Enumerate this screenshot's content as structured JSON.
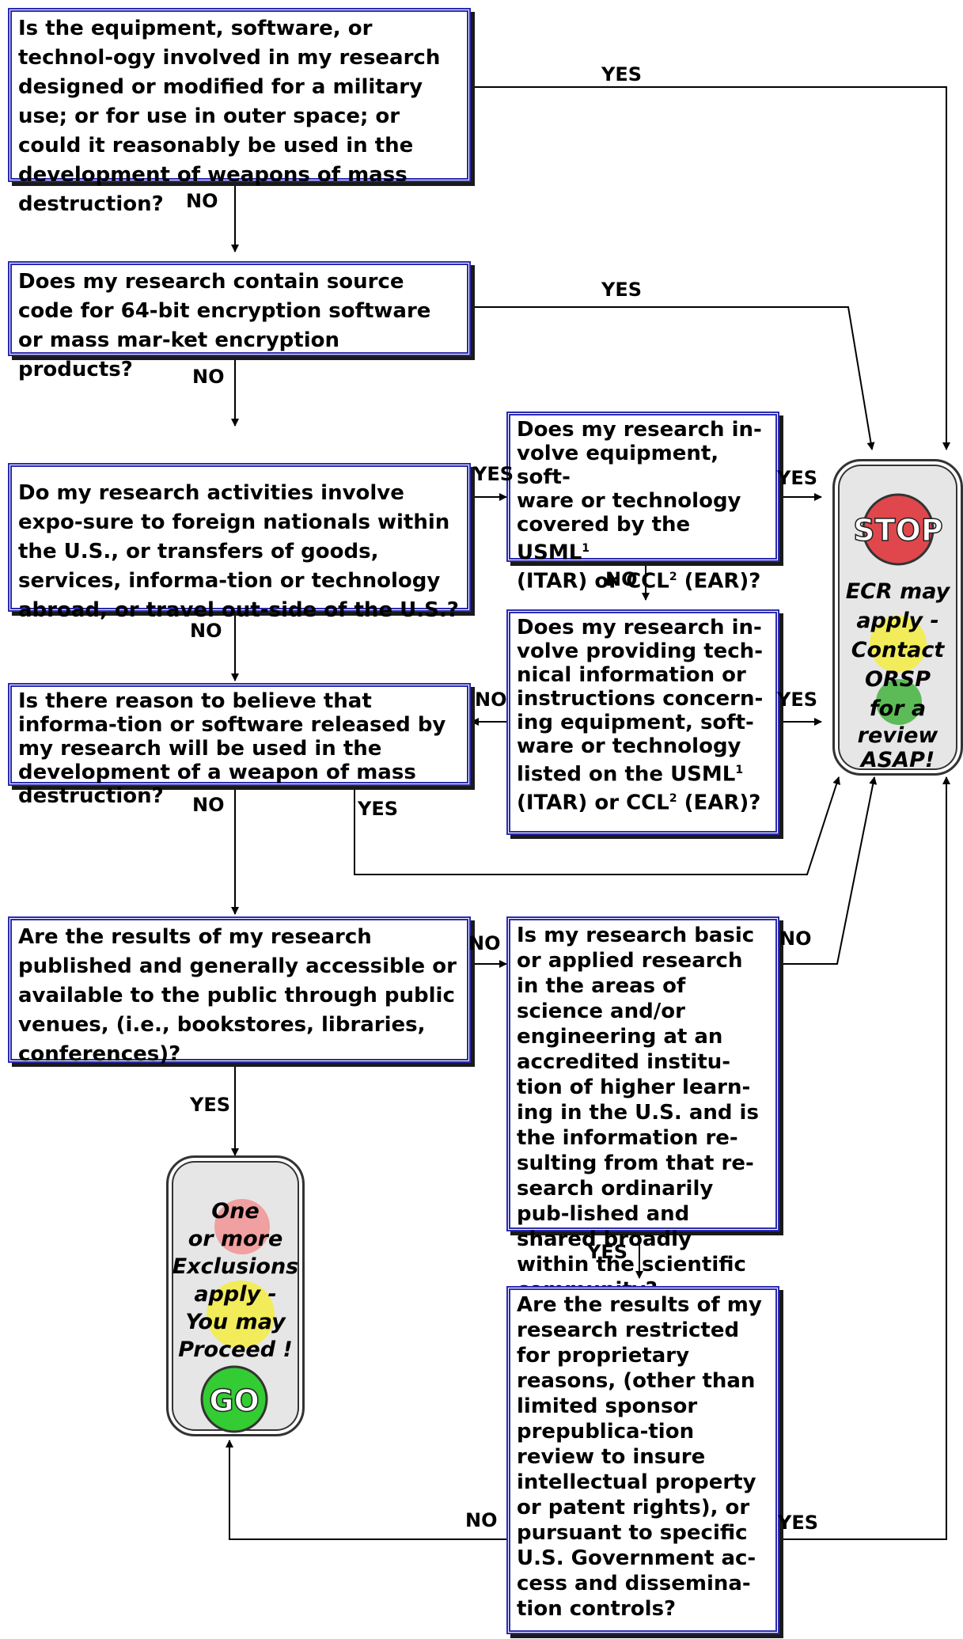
{
  "questions": {
    "q1": "Is the equipment, software, or technol-ogy involved in my research designed or modified for a military use; or for use in outer space; or could it reasonably be used in the development of weapons of mass destruction?",
    "q2": "Does my research contain source code for 64-bit encryption software or mass mar-ket encryption products?",
    "q3": "Do my research activities involve expo-sure to foreign nationals within the U.S., or transfers of goods, services, informa-tion or technology abroad, or travel out-side of the U.S.?",
    "q3a_lines": [
      "Does my research in-",
      "volve equipment, soft-",
      "ware or technology",
      "covered by the USML",
      "(ITAR) or CCL",
      " (EAR)?"
    ],
    "q3b_lines": [
      "Does my research in-",
      "volve providing tech-",
      "nical information or",
      "instructions concern-",
      "ing equipment, soft-",
      "ware or technology",
      "listed on the USML",
      "(ITAR) or CCL",
      " (EAR)?"
    ],
    "footnote_1": "1",
    "footnote_2": "2",
    "q4": "Is there reason to believe that informa-tion or software released by my research will be used in the development of a weapon of mass destruction?",
    "q5": "Are the results of my research published and  generally accessible or available to the public through public venues, (i.e., bookstores, libraries, conferences)?",
    "q6": "Is my research basic or applied research in the areas of science and/or engineering at an accredited institu-tion of higher learn-ing in the U.S. and is the information re-sulting from that re-search ordinarily pub-lished and shared broadly within the scientific community?",
    "q7": "Are the results of my research restricted for proprietary reasons, (other than limited sponsor prepublica-tion review to insure intellectual property or patent rights), or pursuant to specific U.S. Government ac-cess and dissemina-tion controls?"
  },
  "labels": {
    "yes": "YES",
    "no": "NO"
  },
  "stop_terminal": {
    "sign_text": "STOP",
    "lines": [
      "ECR may",
      "apply -",
      "Contact",
      "ORSP",
      "for a",
      "review",
      "ASAP!"
    ],
    "sign_color": "#e0474c",
    "dot_colors": [
      "#f2ec5a",
      "#5dbb57"
    ]
  },
  "go_terminal": {
    "sign_text": "GO",
    "lines": [
      "One",
      "or more",
      "Exclusions",
      "apply  -",
      "You may",
      "Proceed !"
    ],
    "sign_color": "#33cc33",
    "dot_colors": [
      "#f0a0a0",
      "#f2ec5a"
    ]
  }
}
